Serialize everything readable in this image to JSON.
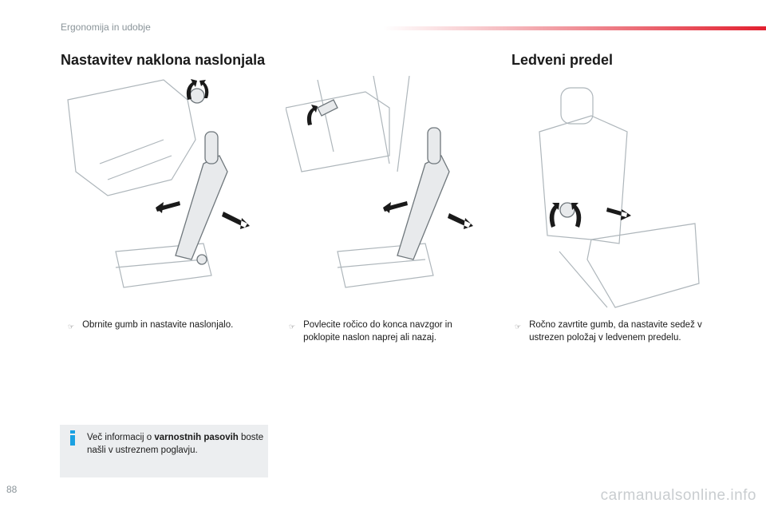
{
  "header": {
    "section": "Ergonomija in udobje",
    "page_number": "88"
  },
  "left": {
    "title": "Nastavitev naklona naslonjala",
    "bullets": [
      {
        "icon": "pointing-hand-icon",
        "text": "Obrnite gumb in nastavite naslonjalo."
      },
      {
        "icon": "pointing-hand-icon",
        "text": "Povlecite ročico do konca navzgor in poklopite naslon naprej ali nazaj."
      }
    ]
  },
  "right": {
    "title": "Ledveni predel",
    "bullets": [
      {
        "icon": "pointing-hand-icon",
        "text": "Ročno zavrtite gumb, da nastavite sedež v ustrezen položaj v ledvenem predelu."
      }
    ]
  },
  "info": {
    "icon": "info-icon",
    "text_before": "Več informacij o ",
    "text_bold": "varnostnih pasovih",
    "text_after": " boste našli v ustreznem poglavju."
  },
  "watermark": "carmanualsonline.info",
  "colors": {
    "accent_red": "#e2202f",
    "info_blue": "#1ba1e2",
    "info_bg": "#eceef0"
  }
}
